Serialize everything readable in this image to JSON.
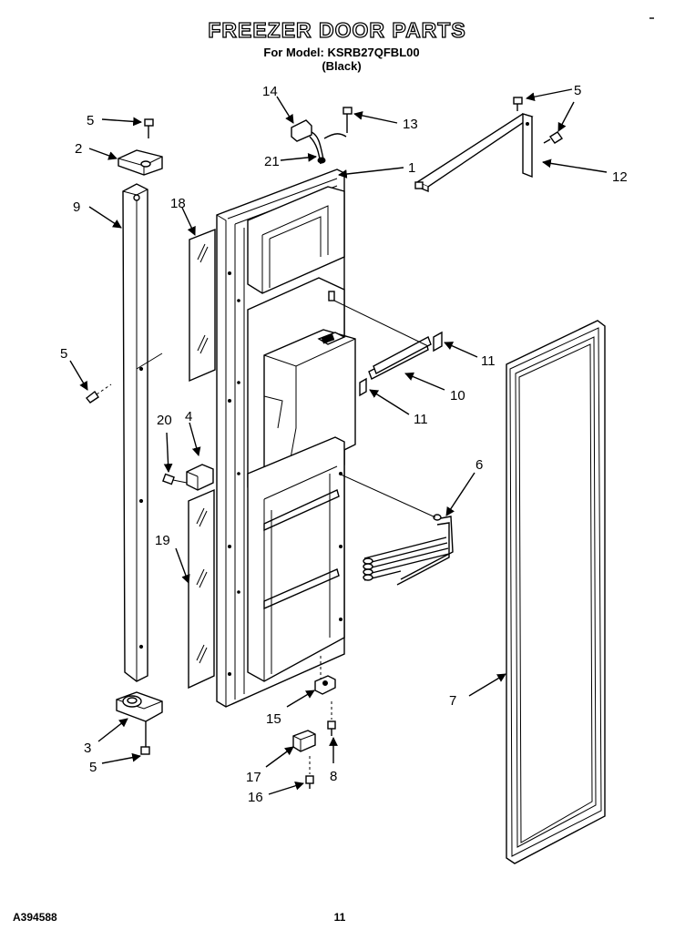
{
  "header": {
    "title": "FREEZER DOOR PARTS",
    "model_line": "For Model: KSRB27QFBL00",
    "color_line": "(Black)"
  },
  "footer": {
    "code": "A394588",
    "page": "11"
  },
  "callouts": {
    "c1": "1",
    "c2": "2",
    "c3": "3",
    "c4": "4",
    "c5a": "5",
    "c5b": "5",
    "c5c": "5",
    "c5d": "5",
    "c6": "6",
    "c7": "7",
    "c8": "8",
    "c9": "9",
    "c10": "10",
    "c11a": "11",
    "c11b": "11",
    "c12": "12",
    "c13": "13",
    "c14": "14",
    "c15": "15",
    "c16": "16",
    "c17": "17",
    "c18": "18",
    "c19": "19",
    "c20": "20",
    "c21": "21"
  }
}
